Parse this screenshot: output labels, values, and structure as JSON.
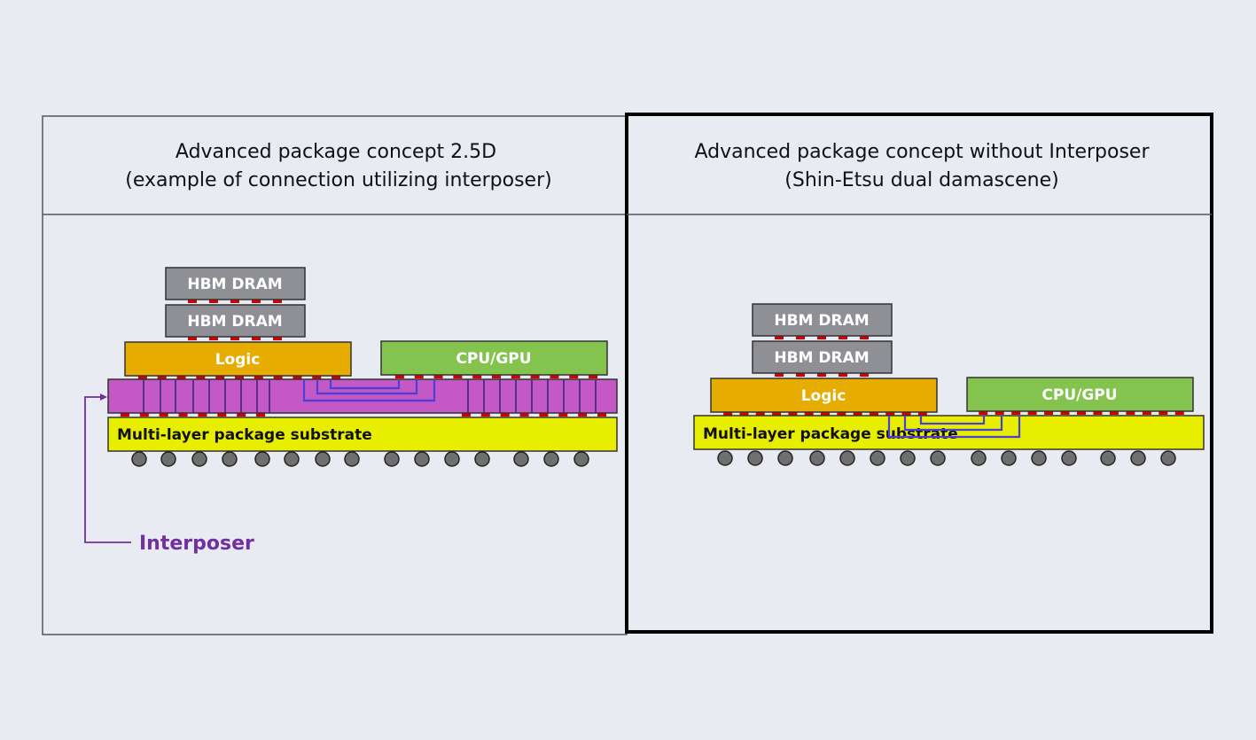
{
  "colors": {
    "background": "#e8ebf2",
    "hbm": "#8e9095",
    "logic": "#e6ac00",
    "cpu": "#84c44e",
    "interposer": "#c458c4",
    "substrate": "#e8ee00",
    "bump": "#d40000",
    "ball": "#6f6f6f",
    "wire": "#4a3fd6",
    "interposer_label": "#7030a0"
  },
  "left_panel": {
    "title_line1": "Advanced package concept 2.5D",
    "title_line2": "(example of connection utilizing interposer)",
    "hbm_top": "HBM DRAM",
    "hbm_bottom": "HBM DRAM",
    "logic": "Logic",
    "cpu": "CPU/GPU",
    "substrate": "Multi-layer package substrate",
    "interposer_label": "Interposer"
  },
  "right_panel": {
    "title_line1": "Advanced package concept without Interposer",
    "title_line2": "(Shin-Etsu dual damascene)",
    "hbm_top": "HBM DRAM",
    "hbm_bottom": "HBM DRAM",
    "logic": "Logic",
    "cpu": "CPU/GPU",
    "substrate": "Multi-layer package substrate"
  }
}
